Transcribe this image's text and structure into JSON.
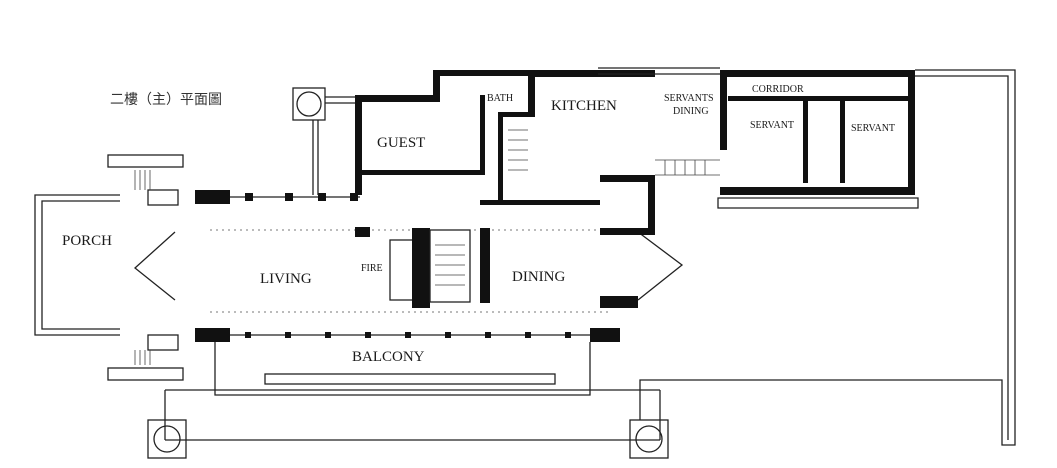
{
  "title": "二樓（主）平面圖",
  "rooms": {
    "porch": "PORCH",
    "living": "LIVING",
    "fire": "FIRE",
    "dining": "DINING",
    "guest": "GUEST",
    "bath": "BATH",
    "kitchen": "KITCHEN",
    "servants_dining_1": "SERVANTS",
    "servants_dining_2": "DINING",
    "corridor": "CORRIDOR",
    "servant_1": "SERVANT",
    "servant_2": "SERVANT",
    "balcony": "BALCONY"
  }
}
